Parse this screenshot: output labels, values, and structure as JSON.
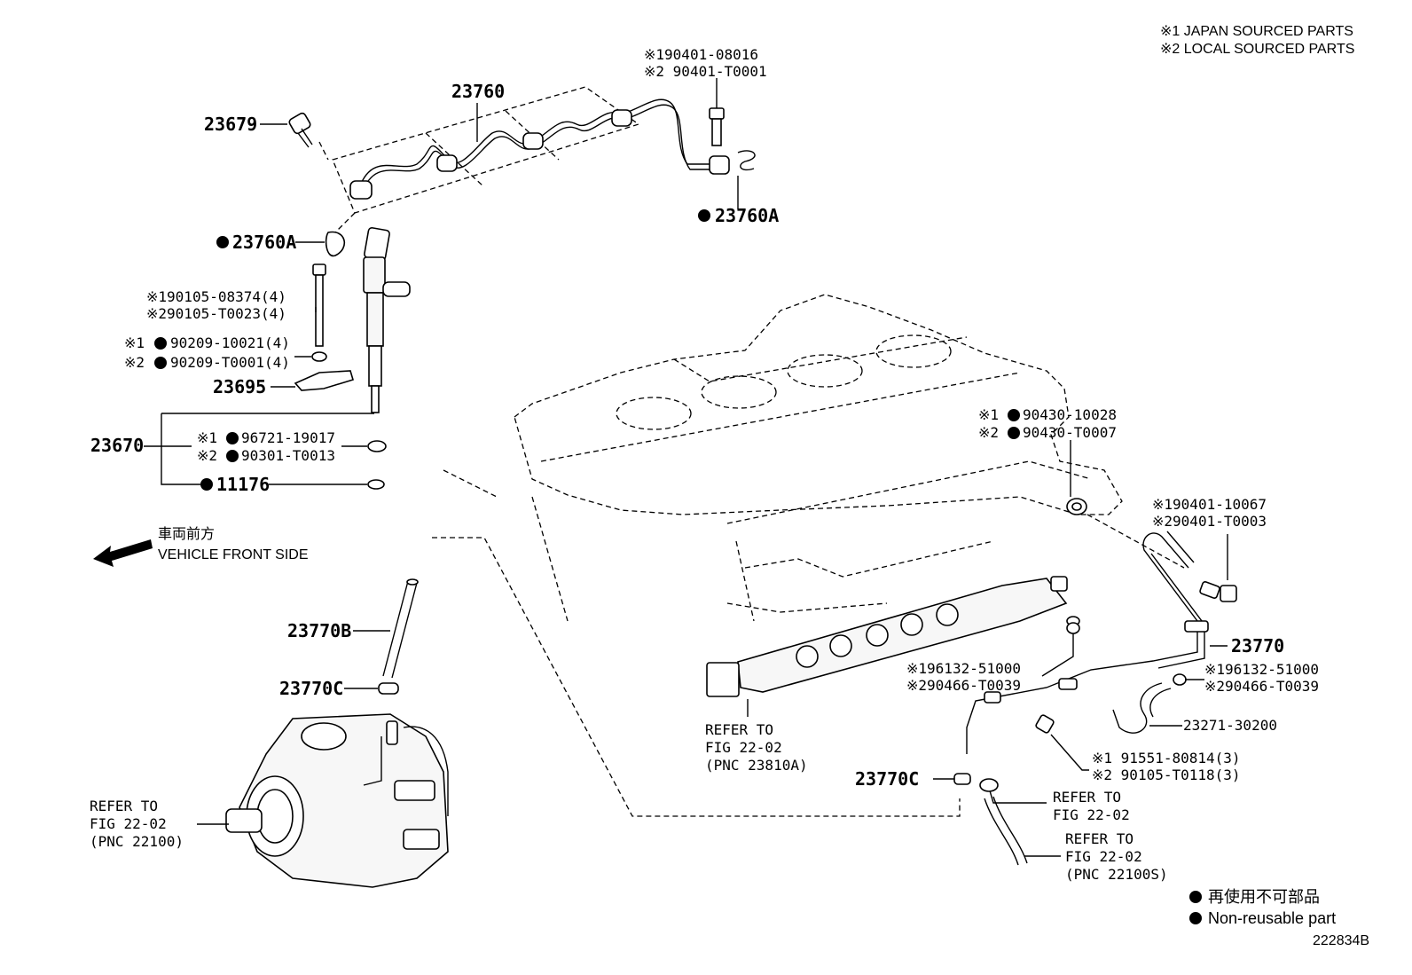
{
  "header": {
    "japan_sourced": "※1 JAPAN SOURCED PARTS",
    "local_sourced": "※2 LOCAL SOURCED PARTS"
  },
  "direction": {
    "jp": "車両前方",
    "en": "VEHICLE FRONT SIDE"
  },
  "legend": {
    "jp": "再使用不可部品",
    "en": "Non-reusable part"
  },
  "figure_id": "222834B",
  "callouts": {
    "p23760": "23760",
    "p23679": "23679",
    "p23760A_left": "23760A",
    "p23760A_right": "23760A",
    "bolt_top_1": "※190401-08016",
    "bolt_top_2": "※2 90401-T0001",
    "bolt_inj_1": "※190105-08374(4)",
    "bolt_inj_2": "※290105-T0023(4)",
    "washer_1": "90209-10021(4)",
    "washer_2": "90209-T0001(4)",
    "washer_1_mark": "※1",
    "washer_2_mark": "※2",
    "p23695": "23695",
    "p23670": "23670",
    "oring_1_mark": "※1",
    "oring_2_mark": "※2",
    "oring_1": "96721-19017",
    "oring_2": "90301-T0013",
    "p11176": "11176",
    "p23770B": "23770B",
    "p23770C_left": "23770C",
    "refer_pump_1": "REFER TO",
    "refer_pump_2": "FIG 22-02",
    "refer_pump_3": "(PNC 22100)",
    "gasket_1_mark": "※1",
    "gasket_2_mark": "※2",
    "gasket_1": "90430-10028",
    "gasket_2": "90430-T0007",
    "bolt_right_1": "※190401-10067",
    "bolt_right_2": "※290401-T0003",
    "p23770": "23770",
    "clip_r_1": "※196132-51000",
    "clip_r_2": "※290466-T0039",
    "clip_m_1": "※196132-51000",
    "clip_m_2": "※290466-T0039",
    "p23271": "23271-30200",
    "screw_1": "※1 91551-80814(3)",
    "screw_2": "※2 90105-T0118(3)",
    "refer_rail_1": "REFER TO",
    "refer_rail_2": "FIG 22-02",
    "refer_rail_3": "(PNC 23810A)",
    "p23770C_right": "23770C",
    "refer_hose_1": "REFER TO",
    "refer_hose_2": "FIG 22-02",
    "refer_s_1": "REFER TO",
    "refer_s_2": "FIG 22-02",
    "refer_s_3": "(PNC 22100S)"
  }
}
